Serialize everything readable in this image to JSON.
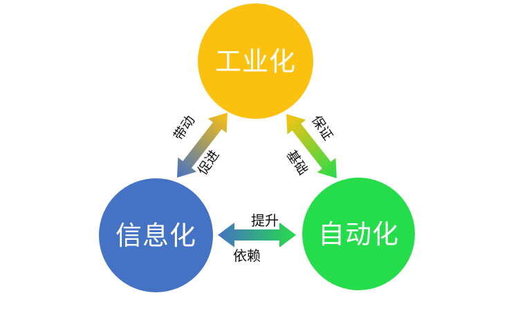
{
  "diagram": {
    "nodes": [
      {
        "id": "industrialization",
        "label": "工业化",
        "color": "#FCC10F"
      },
      {
        "id": "informatization",
        "label": "信息化",
        "color": "#4472C4"
      },
      {
        "id": "automation",
        "label": "自动化",
        "color": "#25DC4B"
      }
    ],
    "edges": [
      {
        "id": "info-industry",
        "from": "informatization",
        "to": "industrialization",
        "labels": {
          "upper": "带动",
          "lower": "促进"
        },
        "bidirectional": true
      },
      {
        "id": "industry-auto",
        "from": "industrialization",
        "to": "automation",
        "labels": {
          "upper": "保证",
          "lower": "基础"
        },
        "bidirectional": true
      },
      {
        "id": "info-auto",
        "from": "informatization",
        "to": "automation",
        "labels": {
          "upper": "提升",
          "lower": "依赖"
        },
        "bidirectional": true
      }
    ]
  }
}
